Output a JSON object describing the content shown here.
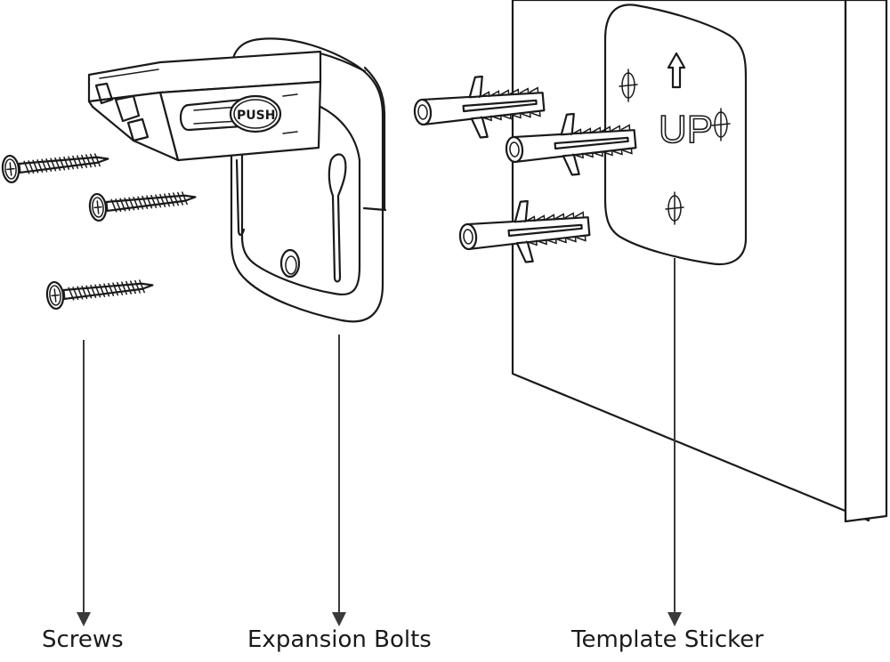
{
  "labels": {
    "screws": "Screws",
    "expansion_bolts": "Expansion Bolts",
    "template_sticker": "Template Sticker"
  },
  "bracket": {
    "push_text": "PUSH"
  },
  "sticker": {
    "up_text": "UP"
  }
}
